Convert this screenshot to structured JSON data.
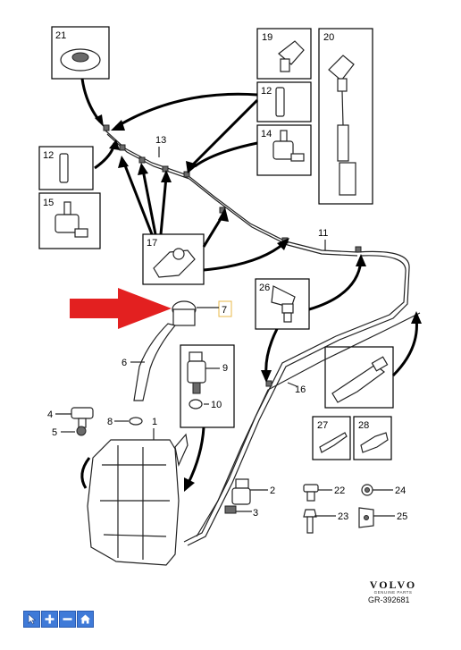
{
  "callouts": {
    "n1": "1",
    "n2": "2",
    "n3": "3",
    "n4": "4",
    "n5": "5",
    "n6": "6",
    "n7": "7",
    "n8": "8",
    "n9": "9",
    "n10": "10",
    "n11": "11",
    "n12a": "12",
    "n12b": "12",
    "n13": "13",
    "n14": "14",
    "n15": "15",
    "n16": "16",
    "n17": "17",
    "n19": "19",
    "n20": "20",
    "n21": "21",
    "n22": "22",
    "n23": "23",
    "n24": "24",
    "n25": "25",
    "n26": "26",
    "n27": "27",
    "n28": "28"
  },
  "brand": {
    "logo": "VOLVO",
    "sub": "GENUINE PARTS",
    "ref": "GR-392681"
  },
  "colors": {
    "highlight_arrow": "#e32020",
    "toolbar": "#3f7ad8",
    "callout_7_box": "#e8b84a"
  },
  "toolbar": {
    "buttons": [
      {
        "icon": "select-pointer-icon"
      },
      {
        "icon": "zoom-in-icon"
      },
      {
        "icon": "zoom-out-icon"
      },
      {
        "icon": "home-icon"
      }
    ]
  }
}
